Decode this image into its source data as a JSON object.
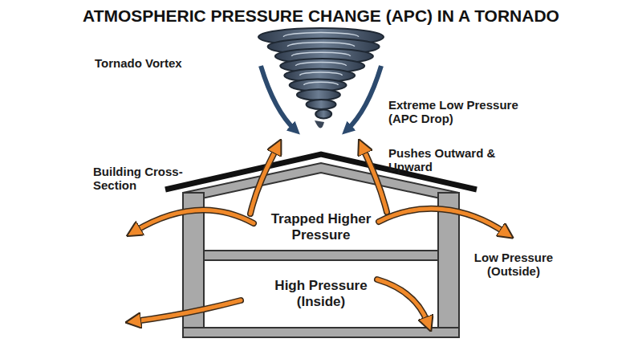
{
  "diagram": {
    "title": "ATMOSPHERIC PRESSURE CHANGE (APC) IN A TORNADO",
    "nodes": [
      {
        "text": [
          "Trapped Higher Pressure"
        ]
      },
      {
        "text": [
          "High Pressure (Inside)"
        ]
      }
    ],
    "labels": [
      "Tornado Vortex",
      "Extreme Low Pressure (APC Drop)",
      "Pushes Outward & Upward",
      "Building Cross-Section",
      "Low Pressure (Outside)"
    ]
  }
}
